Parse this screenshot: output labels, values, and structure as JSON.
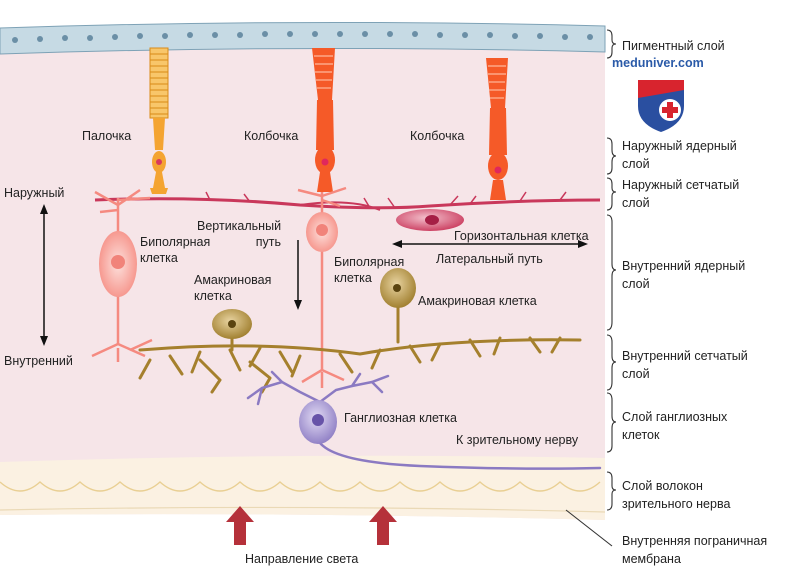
{
  "diagram": {
    "cells": {
      "rod": "Палочка",
      "cone_1": "Колбочка",
      "cone_2": "Колбочка",
      "bipolar_1": "Биполярная\nклетка",
      "bipolar_2": "Биполярная\nклетка",
      "amacrine_1": "Амакриновая\nклетка",
      "amacrine_2": "Амакриновая клетка",
      "horizontal": "Горизонтальная клетка",
      "ganglion": "Ганглиозная клетка"
    },
    "paths": {
      "vertical": "Вертикальный\nпуть",
      "lateral": "Латеральный путь",
      "to_optic_nerve": "К зрительному нерву"
    },
    "axis": {
      "outer": "Наружный",
      "inner": "Внутренний"
    },
    "light_direction": "Направление света",
    "layers": [
      "Пигментный слой",
      "Наружный ядерный\nслой",
      "Наружный сетчатый\nслой",
      "Внутренний ядерный\nслой",
      "Внутренний сетчатый\nслой",
      "Слой ганглиозных\nклеток",
      "Слой волокон\nзрительного нерва",
      "Внутренняя пограничная\nмембрана"
    ]
  },
  "watermark": "meduniver.com",
  "colors": {
    "background_band": "#f6e5e8",
    "pigment_layer": "#bcd2de",
    "rod": "#f4a431",
    "cone": "#f55a28",
    "bipolar": "#f58a80",
    "horizontal": "#c9385b",
    "amacrine": "#a5802d",
    "ganglion": "#8b7ac2",
    "arrow_light": "#b5313a",
    "bracket": "#333333"
  }
}
